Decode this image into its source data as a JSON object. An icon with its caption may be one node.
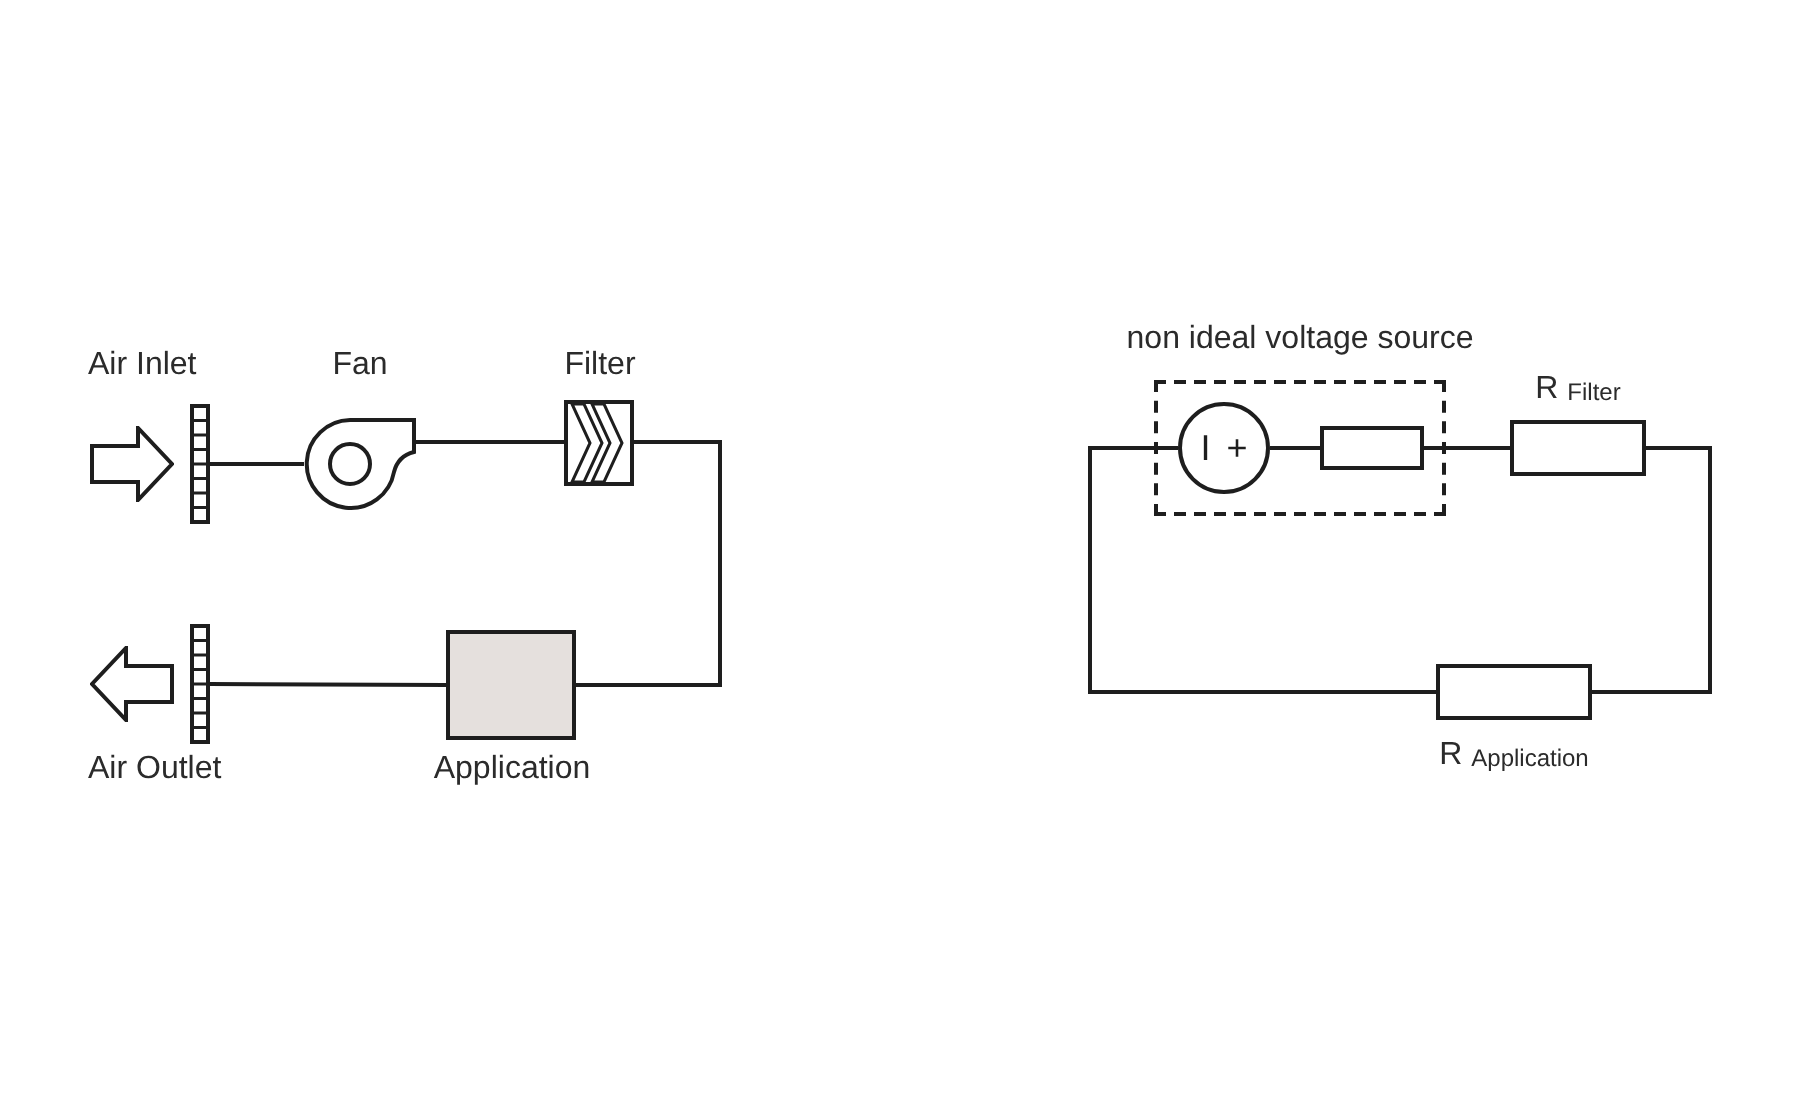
{
  "diagram": {
    "nodes": [
      {
        "text": [
          "Air Inlet"
        ]
      },
      {
        "text": [
          "Fan"
        ]
      },
      {
        "text": [
          "Filter"
        ]
      },
      {
        "text": [
          "Application"
        ]
      },
      {
        "text": [
          "Air Outlet"
        ]
      },
      {
        "text": [
          "non ideal voltage source"
        ]
      },
      {
        "text": [
          "I +"
        ],
        "in": 5
      },
      {
        "text": [],
        "shape": "box",
        "in": 5
      },
      {
        "text": [
          "R $_{Filter}$"
        ]
      },
      {
        "text": [
          "R $_{Application}$"
        ]
      }
    ],
    "edges": [
      {
        "from": 0,
        "to": 1,
        "arrow": "none"
      },
      {
        "from": 1,
        "to": 2,
        "arrow": "none"
      },
      {
        "from": 2,
        "to": 3,
        "arrow": "none"
      },
      {
        "from": 3,
        "to": 4,
        "arrow": "none"
      },
      {
        "from": 6,
        "to": 7,
        "arrow": "none"
      },
      {
        "from": 7,
        "to": 8,
        "arrow": "none"
      },
      {
        "from": 8,
        "to": 9,
        "arrow": "none"
      },
      {
        "from": 9,
        "to": 6,
        "arrow": "none"
      }
    ]
  }
}
